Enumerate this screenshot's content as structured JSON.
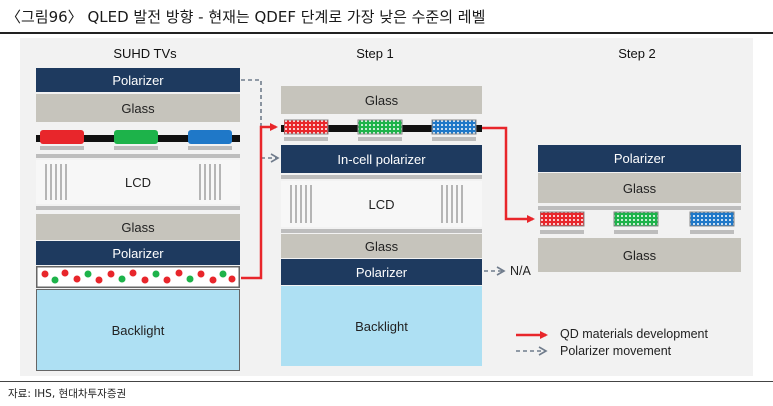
{
  "header": {
    "title": "〈그림96〉 QLED 발전 방향 - 현재는 QDEF 단계로 가장 낮은 수준의 레벨"
  },
  "columns": {
    "suhd": "SUHD TVs",
    "step1": "Step 1",
    "step2": "Step 2"
  },
  "layers": {
    "polarizer": "Polarizer",
    "glass": "Glass",
    "lcd": "LCD",
    "backlight": "Backlight",
    "incell": "In-cell polarizer"
  },
  "na_label": "N/A",
  "legend": {
    "qd": "QD materials development",
    "pol": "Polarizer movement"
  },
  "colors": {
    "navy": "#1e3a5f",
    "glass": "#c6c4bc",
    "backlight": "#aee0f3",
    "red": "#e8262b",
    "green": "#1db34a",
    "blue": "#1f78c8",
    "arrow_red": "#e8262b",
    "arrow_gray": "#707c8c"
  },
  "footer": {
    "source": "자료: IHS, 현대차투자증권"
  }
}
